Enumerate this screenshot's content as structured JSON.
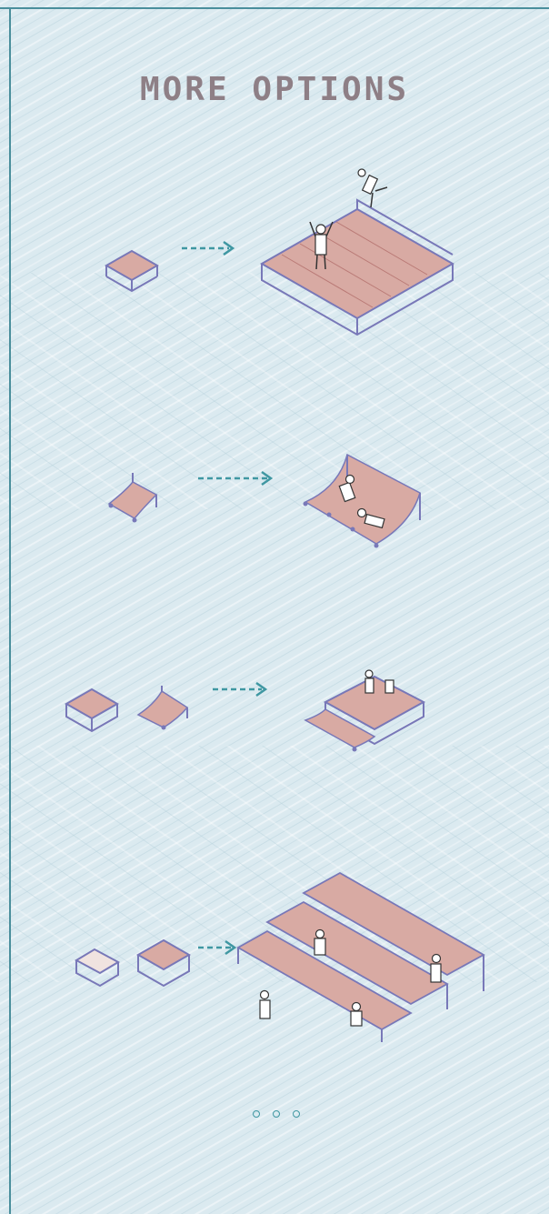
{
  "page": {
    "title": "MORE OPTIONS",
    "colors": {
      "background": "#dbeaf0",
      "title": "#8e7f86",
      "frame_and_arrows": "#4a8f9c",
      "structure_frame": "#7878b8",
      "deck_fill": "#d8aaa3",
      "deck_lines": "#b97a76"
    }
  },
  "illustrations": [
    {
      "name": "square-platform-to-large-deck",
      "icon": "single-module-arrow-large-platform-figures"
    },
    {
      "name": "ramp-to-curved-lounge",
      "icon": "ramp-module-arrow-curved-lounge-figures"
    },
    {
      "name": "box-and-ramp-to-combined",
      "icon": "two-modules-arrow-combined-platform-figures"
    },
    {
      "name": "bench-and-chair-to-bleachers",
      "icon": "two-modules-arrow-stepped-bleachers-figures"
    }
  ],
  "pagination": {
    "count": 3,
    "dots": [
      "page-1",
      "page-2",
      "page-3"
    ]
  }
}
